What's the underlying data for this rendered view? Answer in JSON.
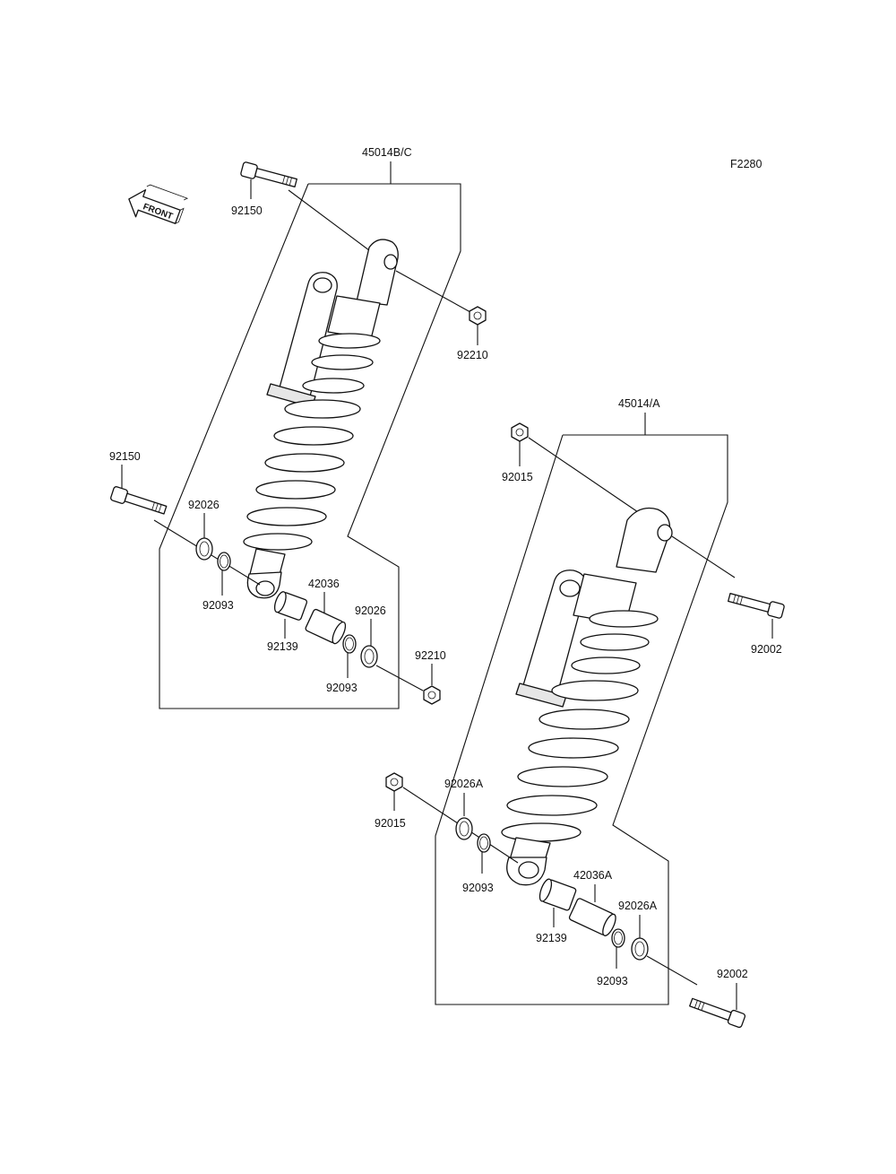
{
  "figure_code": "F2280",
  "front_indicator": "FRONT",
  "assemblies": [
    {
      "id": "45014B/C",
      "callouts": [
        "92150",
        "92210",
        "92150",
        "92026",
        "92093",
        "92139",
        "42036",
        "92026",
        "92093",
        "92210"
      ]
    },
    {
      "id": "45014/A",
      "callouts": [
        "92015",
        "92002",
        "92015",
        "92026A",
        "92093",
        "92139",
        "42036A",
        "92026A",
        "92093",
        "92002"
      ]
    }
  ]
}
